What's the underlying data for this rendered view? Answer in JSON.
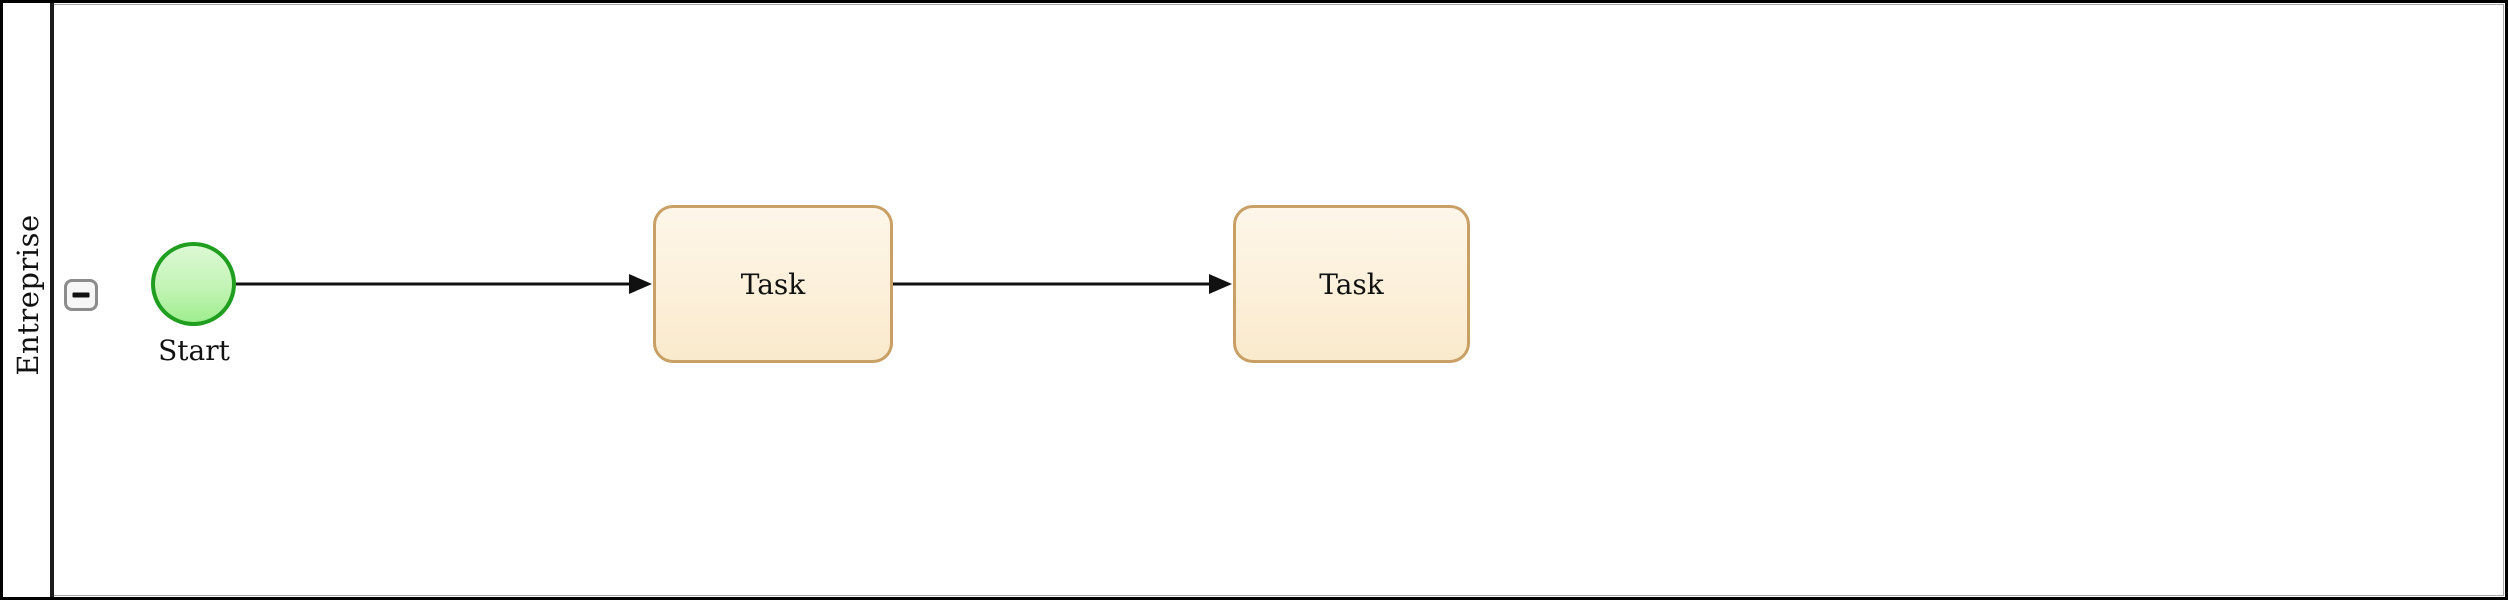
{
  "diagram": {
    "kind": "bpmn-process",
    "pool": {
      "label": "Entreprise",
      "collapse_button_glyph": "−"
    },
    "nodes": [
      {
        "id": "start",
        "type": "start-event",
        "label": "Start",
        "border_color": "#1f9e1f",
        "fill_top": "#dcf9d4",
        "fill_bottom": "#9fee8f"
      },
      {
        "id": "task1",
        "type": "task",
        "label": "Task",
        "border_color": "#c8a066",
        "fill_top": "#fdf6e9",
        "fill_bottom": "#faeacc"
      },
      {
        "id": "task2",
        "type": "task",
        "label": "Task",
        "border_color": "#c8a066",
        "fill_top": "#fdf6e9",
        "fill_bottom": "#faeacc"
      }
    ],
    "edges": [
      {
        "from": "start",
        "to": "task1",
        "type": "sequence-flow"
      },
      {
        "from": "task1",
        "to": "task2",
        "type": "sequence-flow"
      }
    ],
    "colors": {
      "pool_border": "#000000",
      "lane_inner_border": "#a8a8a8",
      "connector": "#111111",
      "text": "#111111",
      "button_border": "#8c8c8c",
      "button_fill": "#f6f6f6"
    }
  }
}
